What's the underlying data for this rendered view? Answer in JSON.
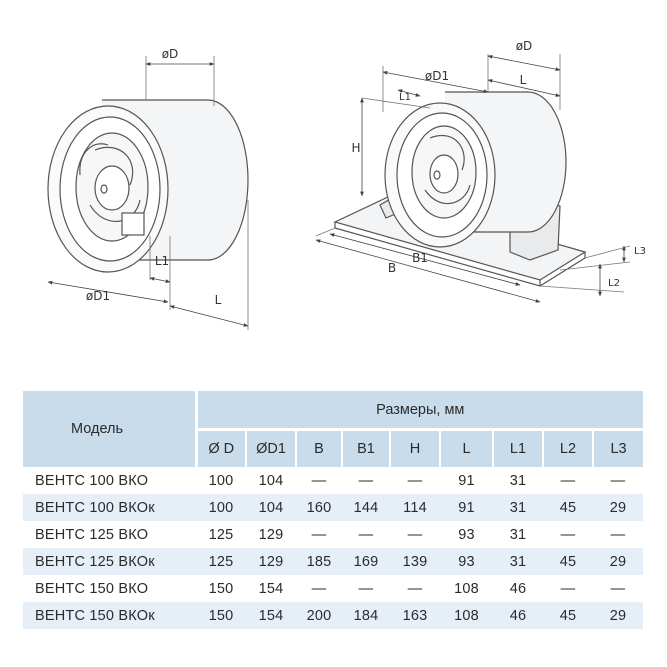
{
  "drawing_labels": {
    "left": {
      "d": "øD",
      "d1": "øD1",
      "l": "L",
      "l1": "L1"
    },
    "right": {
      "d": "øD",
      "d1": "øD1",
      "l": "L",
      "l1": "L1",
      "h": "H",
      "b": "B",
      "b1": "B1",
      "l2": "L2",
      "l3": "L3"
    }
  },
  "table": {
    "model_header": "Модель",
    "group_header": "Размеры, мм",
    "columns": [
      "Ø D",
      "ØD1",
      "B",
      "B1",
      "H",
      "L",
      "L1",
      "L2",
      "L3"
    ],
    "rows": [
      {
        "model": "ВЕНТС 100 ВКО",
        "values": [
          "100",
          "104",
          "—",
          "—",
          "—",
          "91",
          "31",
          "—",
          "—"
        ]
      },
      {
        "model": "ВЕНТС 100 ВКОк",
        "values": [
          "100",
          "104",
          "160",
          "144",
          "114",
          "91",
          "31",
          "45",
          "29"
        ]
      },
      {
        "model": "ВЕНТС 125 ВКО",
        "values": [
          "125",
          "129",
          "—",
          "—",
          "—",
          "93",
          "31",
          "—",
          "—"
        ]
      },
      {
        "model": "ВЕНТС 125 ВКОк",
        "values": [
          "125",
          "129",
          "185",
          "169",
          "139",
          "93",
          "31",
          "45",
          "29"
        ]
      },
      {
        "model": "ВЕНТС 150 ВКО",
        "values": [
          "150",
          "154",
          "—",
          "—",
          "—",
          "108",
          "46",
          "—",
          "—"
        ]
      },
      {
        "model": "ВЕНТС 150 ВКОк",
        "values": [
          "150",
          "154",
          "200",
          "184",
          "163",
          "108",
          "46",
          "45",
          "29"
        ]
      }
    ]
  }
}
